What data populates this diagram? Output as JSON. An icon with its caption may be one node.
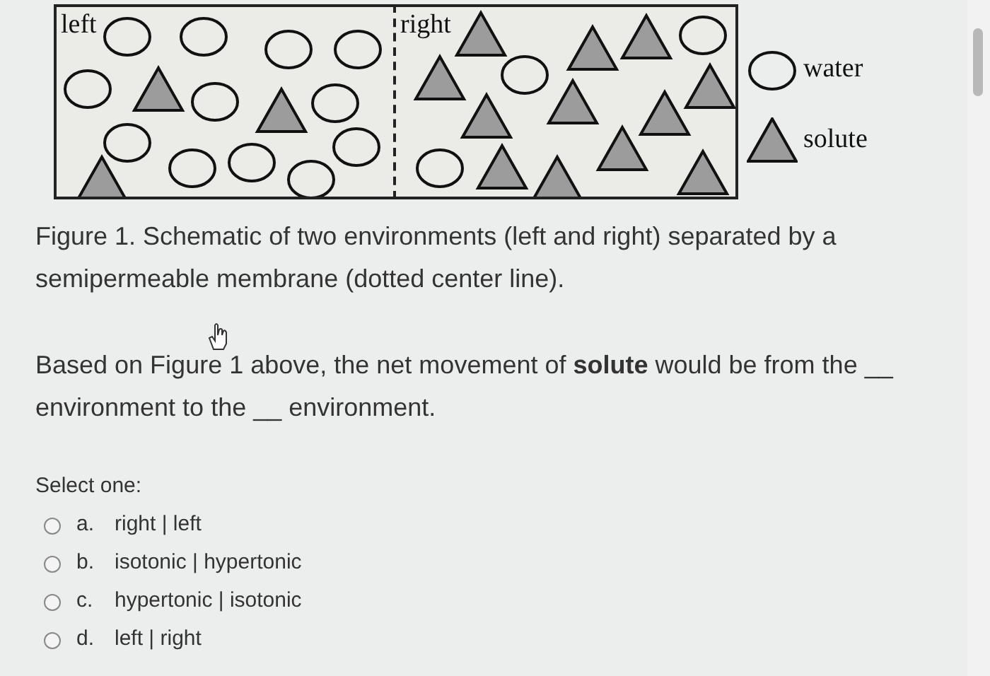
{
  "diagram": {
    "caption": "Figure 1. Schematic of two environments (left and right) separated by a semipermeable membrane (dotted center line).",
    "nodes": [
      {
        "text": [
          "left"
        ]
      },
      {
        "text": [
          "right"
        ]
      }
    ],
    "labels": [
      "Based on Figure 1 above, the net movement of **solute** would be from the __ environment to the __ environment.",
      "Select one:",
      "a.",
      "right | left",
      "b.",
      "isotonic | hypertonic",
      "c.",
      "hypertonic | isotonic",
      "d.",
      "left | right"
    ],
    "legend": [
      {
        "text": "water"
      },
      {
        "text": "solute"
      }
    ]
  }
}
